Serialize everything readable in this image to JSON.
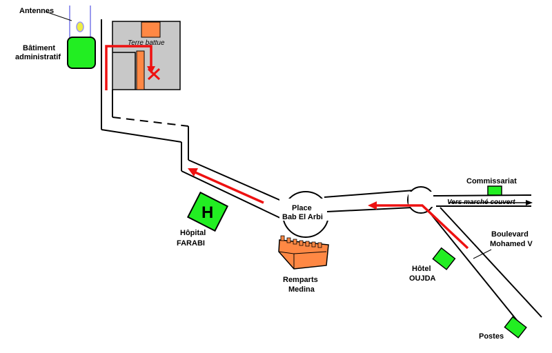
{
  "labels": {
    "antennes": "Antennes",
    "batiment_line1": "Bâtiment",
    "batiment_line2": "administratif",
    "terre_battue": "Terre battue",
    "place_line1": "Place",
    "place_line2": "Bab El Arbi",
    "hopital_line1": "Hôpital",
    "hopital_line2": "FARABI",
    "hopital_symbol": "H",
    "remparts_line1": "Remparts",
    "remparts_line2": "Medina",
    "commissariat": "Commissariat",
    "vers_marche": "Vers marché couvert",
    "boulevard_line1": "Boulevard",
    "boulevard_line2": "Mohamed V",
    "hotel_line1": "Hôtel",
    "hotel_line2": "OUJDA",
    "postes": "Postes"
  },
  "colors": {
    "building": "#22ee22",
    "route": "#ee1111",
    "terrain": "#c8c8c8",
    "orange": "#ff8844",
    "antenna": "#9999ee",
    "antenna_bulb": "#eeee44"
  }
}
